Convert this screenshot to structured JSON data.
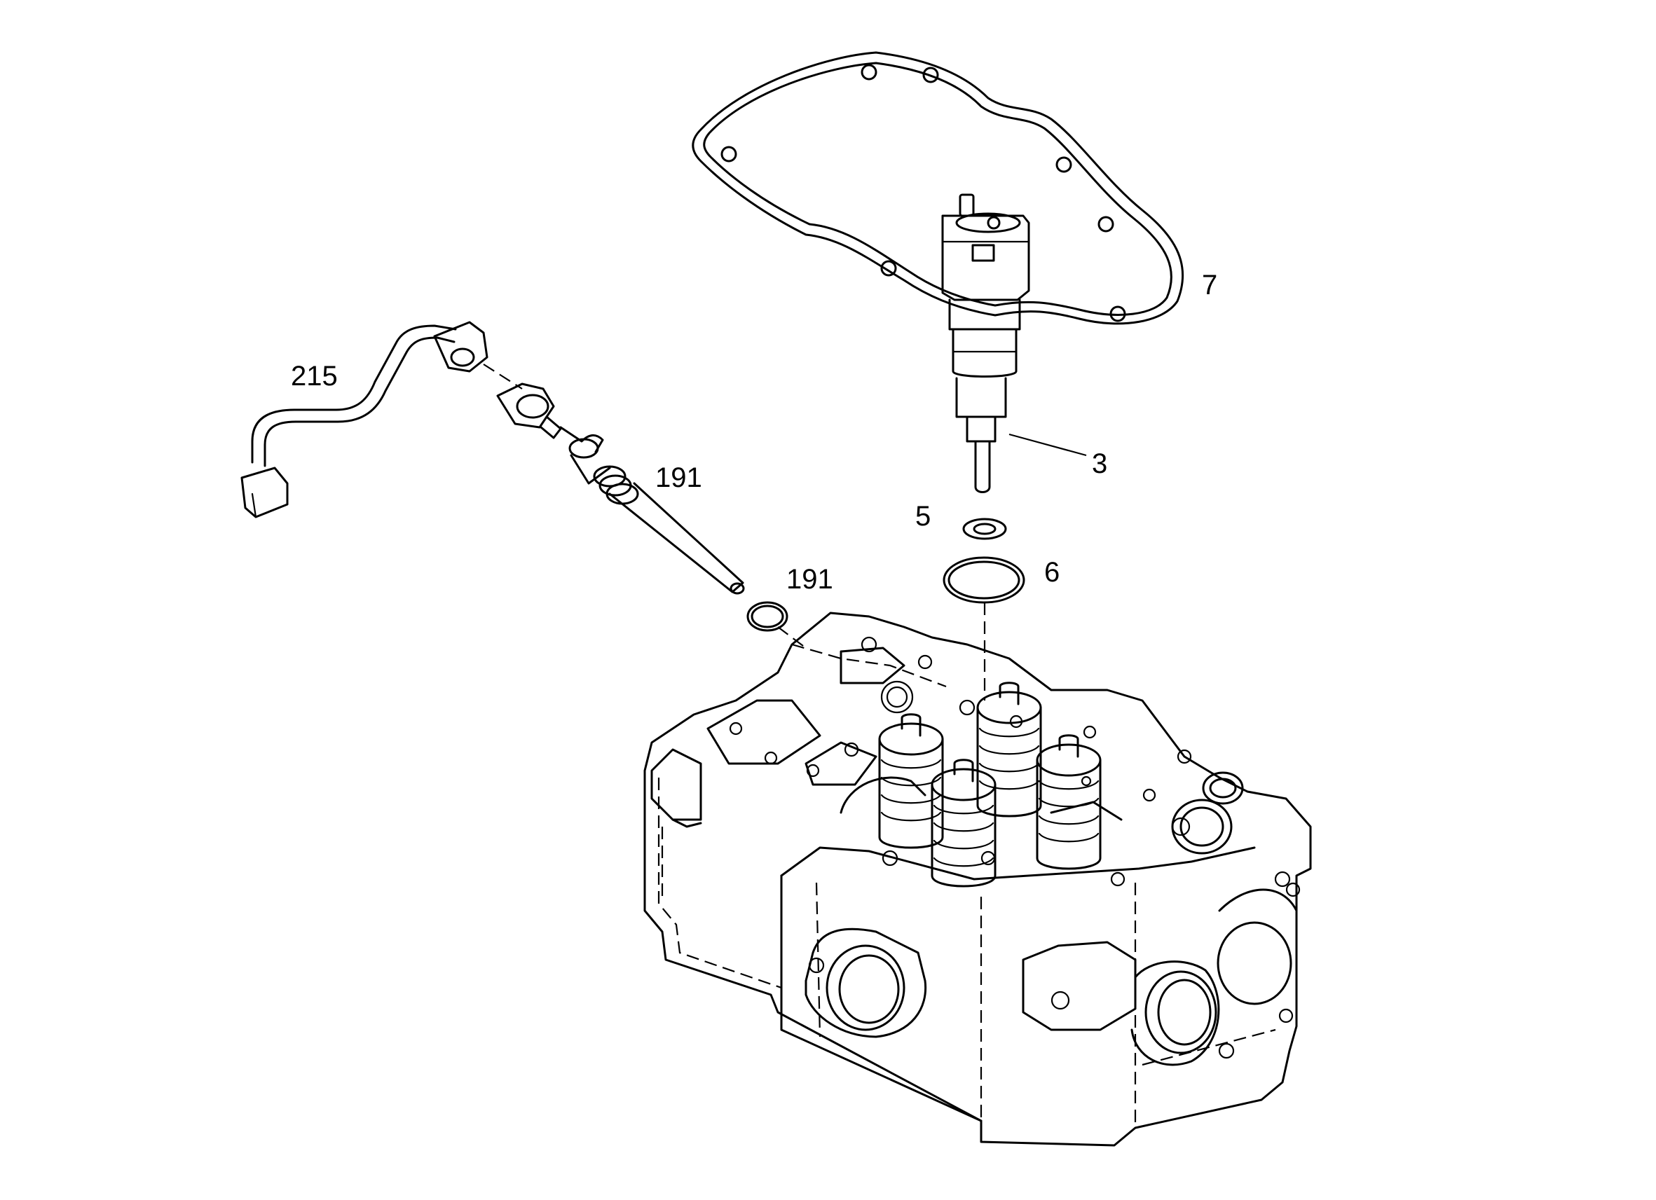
{
  "callouts": {
    "c7": "7",
    "c215": "215",
    "c191_upper": "191",
    "c3": "3",
    "c5": "5",
    "c191_lower": "191",
    "c6": "6"
  }
}
